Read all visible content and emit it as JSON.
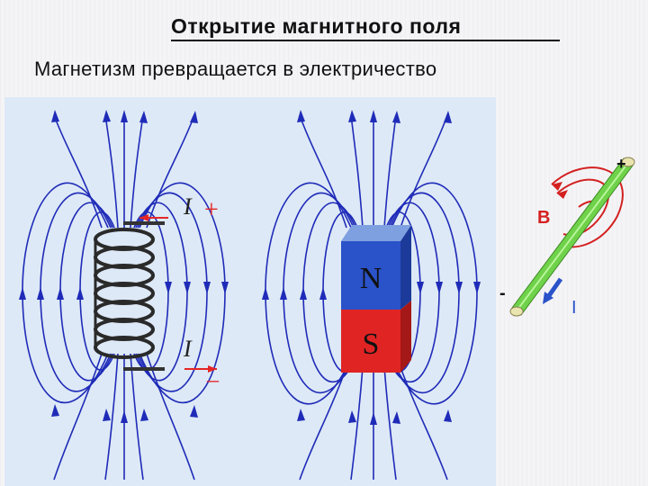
{
  "header": {
    "title": "Открытие магнитного поля",
    "subtitle": "Магнетизм превращается в электричество"
  },
  "coil": {
    "current_top_label": "I",
    "plus_label": "+",
    "current_bottom_label": "I",
    "minus_label": "–"
  },
  "magnet": {
    "north_label": "N",
    "south_label": "S"
  },
  "wire": {
    "plus_label": "+",
    "minus_label": "-",
    "field_label": "B",
    "current_label": "I"
  },
  "colors": {
    "field_lines": "#1f2bb8",
    "north": "#2a52c9",
    "south": "#e02424",
    "wire": "#6fd24a",
    "current_arrow": "#e52626",
    "field_rings": "#d42020"
  }
}
